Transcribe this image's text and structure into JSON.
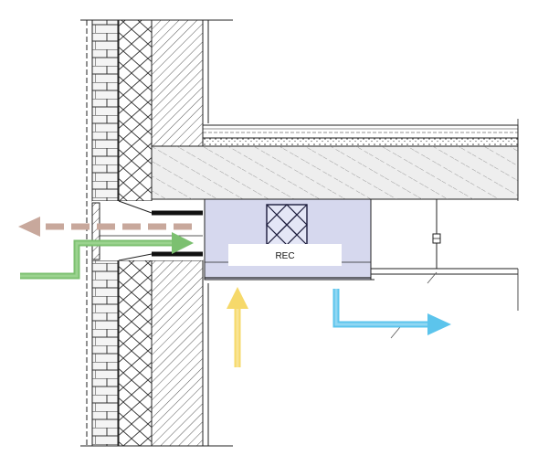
{
  "diagram": {
    "unit_label": "REC",
    "colors": {
      "background": "#ffffff",
      "line": "#1a1a1a",
      "hatch": "#555555",
      "concrete_fill": "#e6e6e6",
      "wall_fill": "#dcdcdc",
      "unit_fill": "#d6d8ee",
      "label_box": "#ffffff",
      "exhaust_arrow": "#c8a89c",
      "intake_arrow": "#7cc070",
      "return_arrow": "#f6d96a",
      "supply_arrow": "#5cc4ec"
    },
    "arrows": [
      {
        "name": "exhaust-air",
        "style": "dashed",
        "color_key": "exhaust_arrow"
      },
      {
        "name": "fresh-air-intake",
        "style": "solid",
        "color_key": "intake_arrow"
      },
      {
        "name": "return-air",
        "style": "solid",
        "color_key": "return_arrow"
      },
      {
        "name": "supply-air",
        "style": "solid",
        "color_key": "supply_arrow"
      }
    ]
  }
}
